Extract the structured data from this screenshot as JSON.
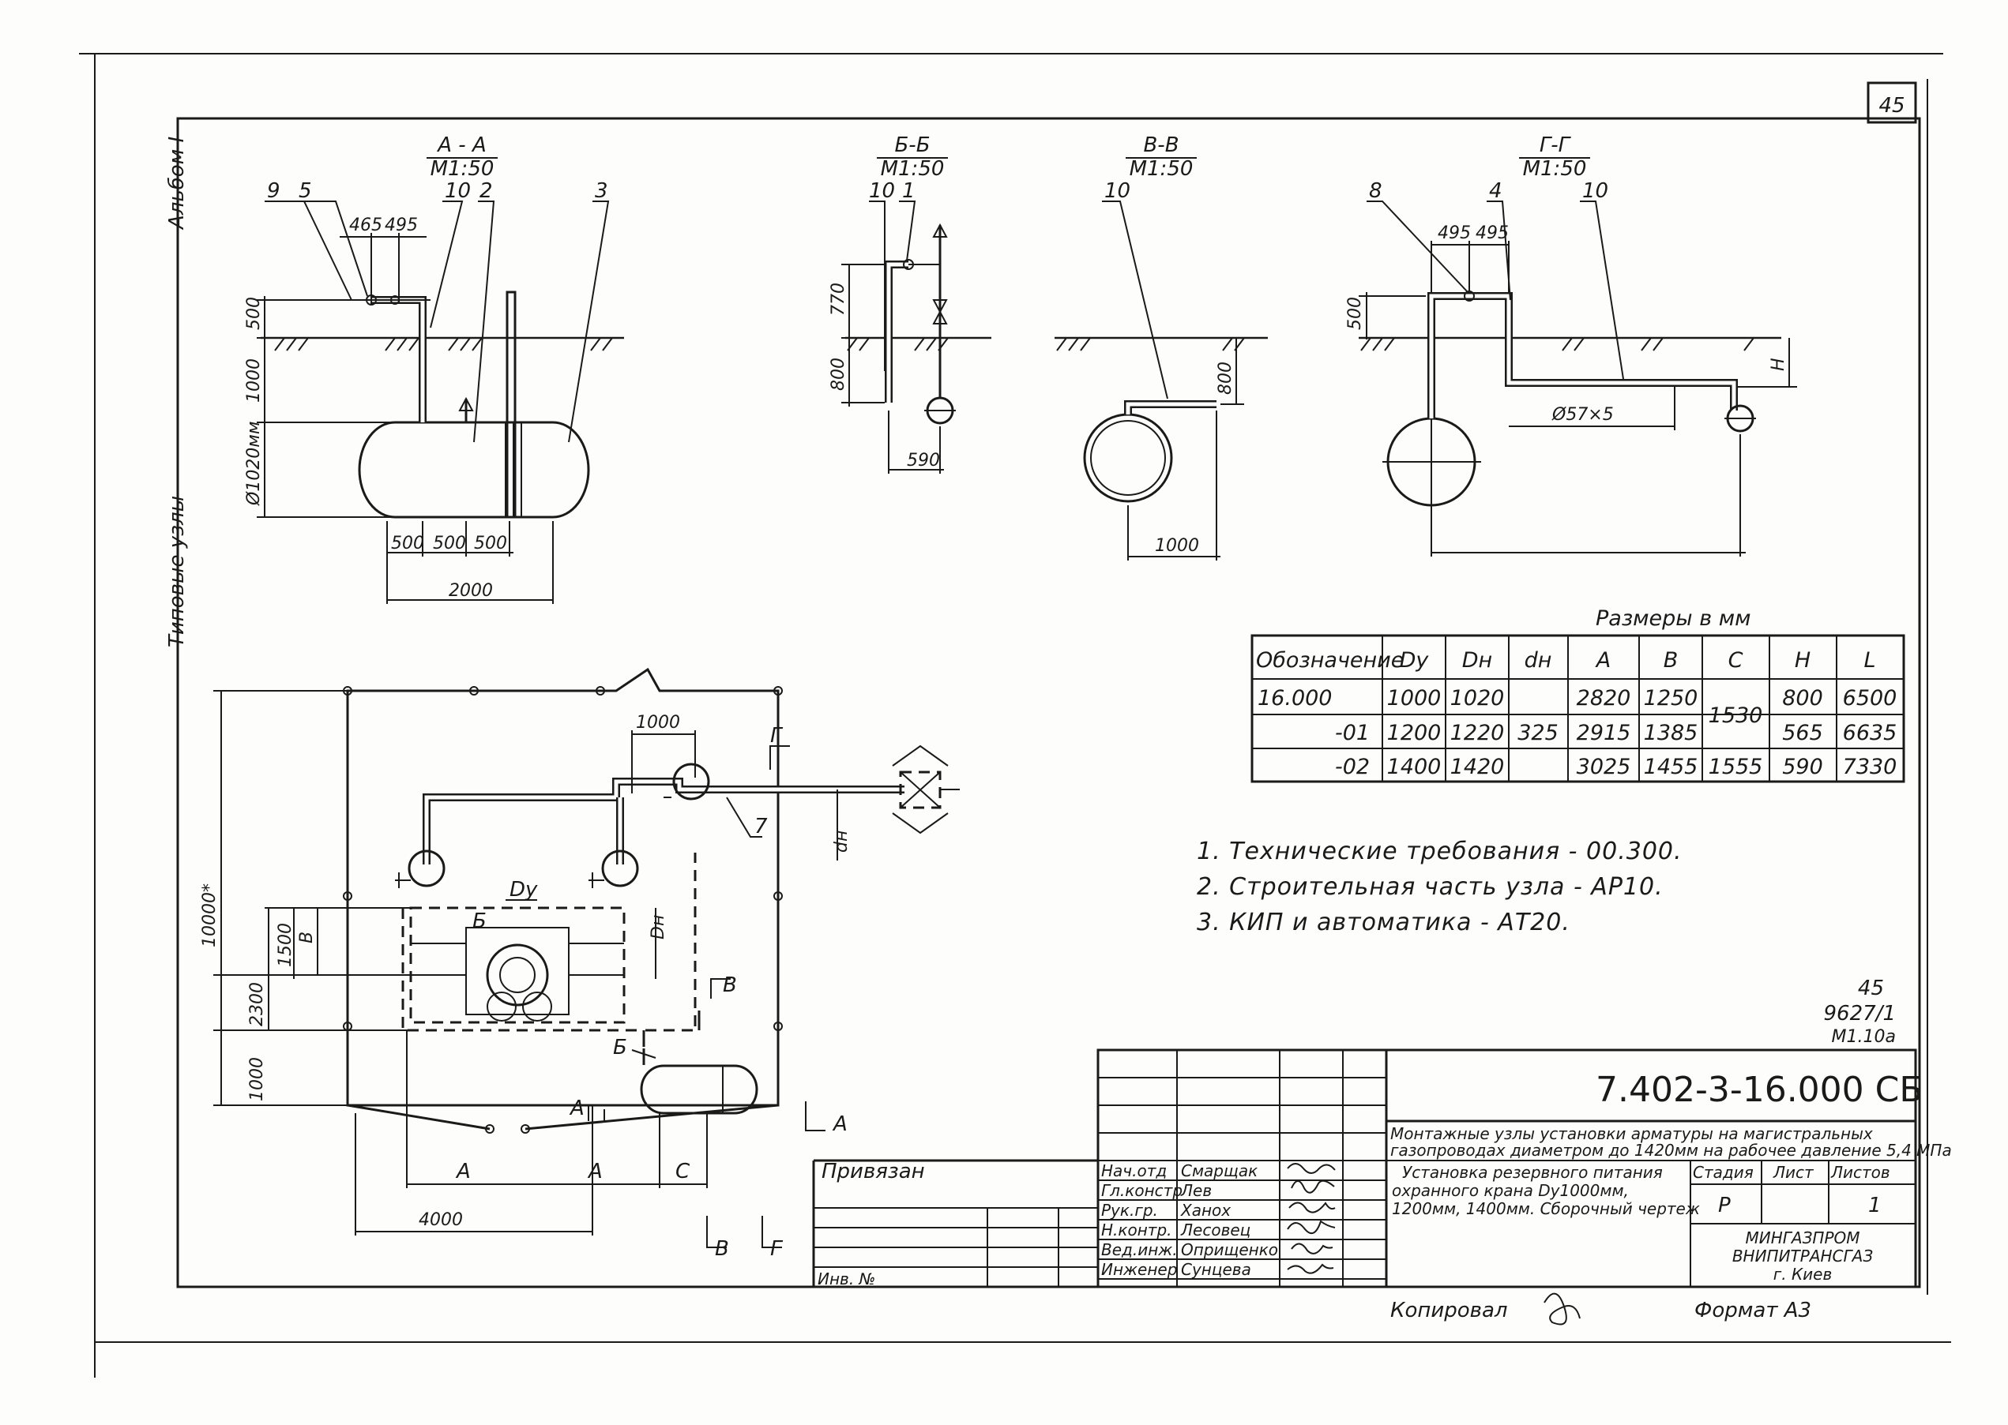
{
  "sheet": {
    "page_number": "45",
    "side_album": "Альбом I",
    "side_title": "Типовые узлы",
    "bottom_copied": "Копировал",
    "bottom_format": "Формат А3",
    "ref_number": "45",
    "ref_code": "9627/1",
    "ref_sub": "М1.10а"
  },
  "sections": {
    "aa": {
      "title": "А - А",
      "scale": "М1:50",
      "labels": [
        "9",
        "5",
        "10",
        "2",
        "3"
      ],
      "dims": [
        "465",
        "495",
        "500",
        "1000",
        "Ø1020мм",
        "500",
        "500",
        "500",
        "2000"
      ]
    },
    "bb": {
      "title": "Б-Б",
      "scale": "М1:50",
      "labels": [
        "10",
        "1"
      ],
      "dims": [
        "770",
        "800",
        "590"
      ]
    },
    "vv": {
      "title": "В-В",
      "scale": "М1:50",
      "labels": [
        "10"
      ],
      "dims": [
        "800",
        "1000"
      ]
    },
    "gg": {
      "title": "Г-Г",
      "scale": "М1:50",
      "labels": [
        "8",
        "4",
        "10"
      ],
      "dims": [
        "495",
        "495",
        "500",
        "Н",
        "Ø57×5"
      ]
    }
  },
  "plan": {
    "dims": [
      "1000",
      "10000*",
      "2300",
      "1500",
      "В",
      "1000",
      "А",
      "А",
      "С",
      "4000"
    ],
    "labels": [
      "Г",
      "7",
      "dн",
      "Dy",
      "Б",
      "Dн",
      "В",
      "Б",
      "А",
      "А",
      "В",
      "Г"
    ]
  },
  "table": {
    "caption": "Размеры в мм",
    "headers": [
      "Обозначение",
      "Dy",
      "Dн",
      "dн",
      "А",
      "В",
      "С",
      "Н",
      "L"
    ],
    "rows": [
      {
        "name": "16.000",
        "dy": "1000",
        "dn": "1020",
        "a": "2820",
        "b": "1250",
        "h": "800",
        "l": "6500"
      },
      {
        "name": "-01",
        "dy": "1200",
        "dn": "1220",
        "a": "2915",
        "b": "1385",
        "h": "565",
        "l": "6635"
      },
      {
        "name": "-02",
        "dy": "1400",
        "dn": "1420",
        "a": "3025",
        "b": "1455",
        "c": "1555",
        "h": "590",
        "l": "7330"
      }
    ],
    "dn_shared": "325",
    "c_shared": "1530"
  },
  "notes": [
    "1.  Технические требования - 00.300.",
    "2.  Строительная часть узла - АР10.",
    "3.  КИП и автоматика - АТ20."
  ],
  "title_block": {
    "doc_code": "7.402-3-16.000 СБ",
    "desc_line1": "Монтажные узлы установки арматуры на магистральных",
    "desc_line2": "газопроводах диаметром до 1420мм на рабочее давление 5,4 МПа",
    "name_line1": "Установка резервного питания",
    "name_line2": "охранного крана Dу1000мм,",
    "name_line3": "1200мм, 1400мм. Сборочный чертеж",
    "stage_hdr": "Стадия",
    "sheet_hdr": "Лист",
    "sheets_hdr": "Листов",
    "stage": "Р",
    "sheets": "1",
    "org1": "МИНГАЗПРОМ",
    "org2": "ВНИПИТРАНСГАЗ",
    "org3": "г. Киев",
    "privyazan": "Привязан",
    "inv": "Инв. №",
    "staff": [
      {
        "role": "Нач.отд",
        "name": "Смарщак"
      },
      {
        "role": "Гл.констр",
        "name": "Лев"
      },
      {
        "role": "Рук.гр.",
        "name": "Ханох"
      },
      {
        "role": "Н.контр.",
        "name": "Лесовец"
      },
      {
        "role": "Вед.инж.",
        "name": "Оприщенко"
      },
      {
        "role": "Инженер",
        "name": "Сунцева"
      }
    ]
  }
}
